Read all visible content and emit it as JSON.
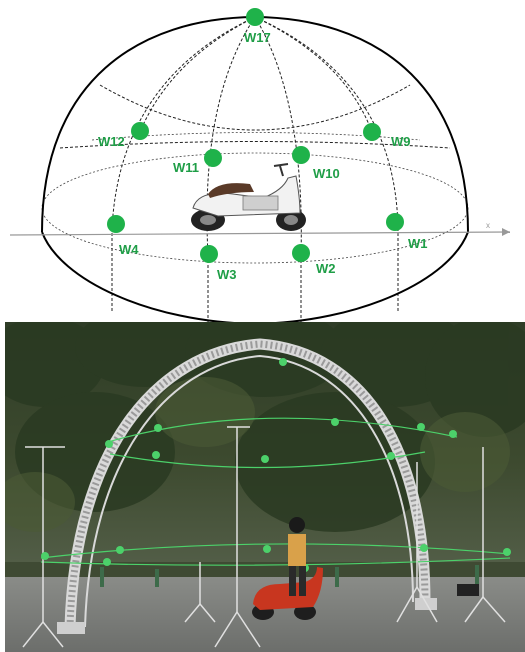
{
  "colors": {
    "microphone": "#1fb24a",
    "label": "#1f9e47",
    "dome_outline": "#000000",
    "grid_dashed": "#222222",
    "axis": "#999999"
  },
  "diagram": {
    "axis_label": "x",
    "microphones": [
      {
        "id": "w17",
        "label": "W17"
      },
      {
        "id": "w12",
        "label": "W12"
      },
      {
        "id": "w9",
        "label": "W9"
      },
      {
        "id": "w11",
        "label": "W11"
      },
      {
        "id": "w10",
        "label": "W10"
      },
      {
        "id": "w4",
        "label": "W4"
      },
      {
        "id": "w1",
        "label": "W1"
      },
      {
        "id": "w3",
        "label": "W3"
      },
      {
        "id": "w2",
        "label": "W2"
      }
    ]
  },
  "photo": {
    "subject": "scooter-and-rider",
    "scene": "microphone-arch-test-site"
  }
}
